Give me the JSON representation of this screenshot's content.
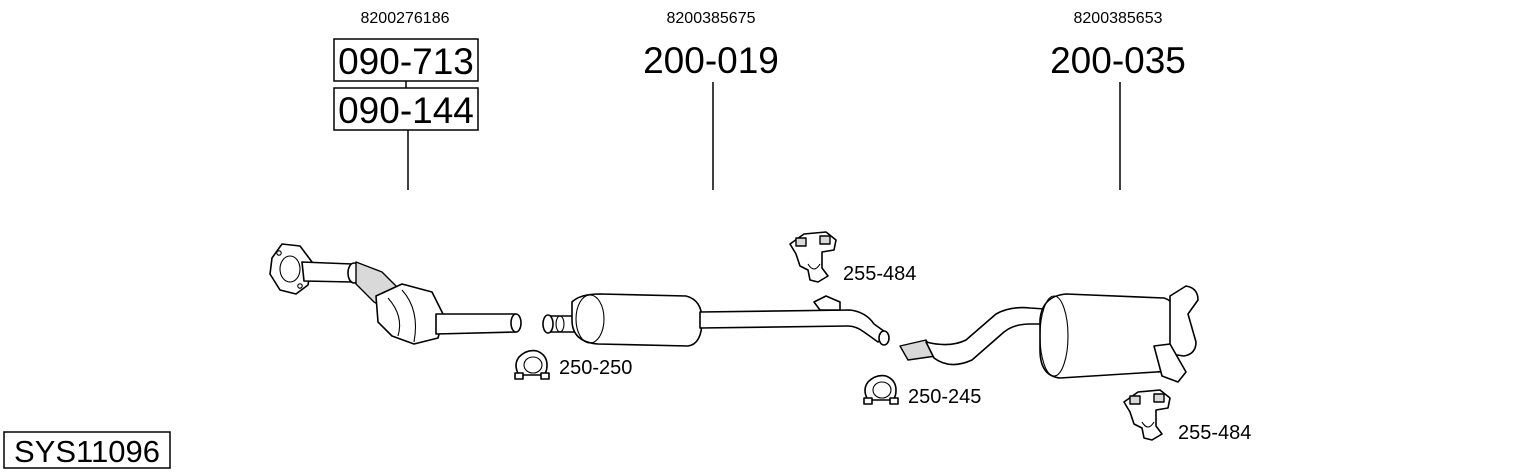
{
  "system_code": "SYS11096",
  "groups": [
    {
      "oe_number": "8200276186",
      "part_numbers": [
        "090-713",
        "090-144"
      ]
    },
    {
      "oe_number": "8200385675",
      "part_numbers": [
        "200-019"
      ]
    },
    {
      "oe_number": "8200385653",
      "part_numbers": [
        "200-035"
      ]
    }
  ],
  "accessories": [
    {
      "part_number": "255-484",
      "icon": "rubber-hanger-icon"
    },
    {
      "part_number": "250-250",
      "icon": "pipe-clamp-icon"
    },
    {
      "part_number": "250-245",
      "icon": "pipe-clamp-icon"
    },
    {
      "part_number": "255-484",
      "icon": "rubber-hanger-icon"
    }
  ]
}
